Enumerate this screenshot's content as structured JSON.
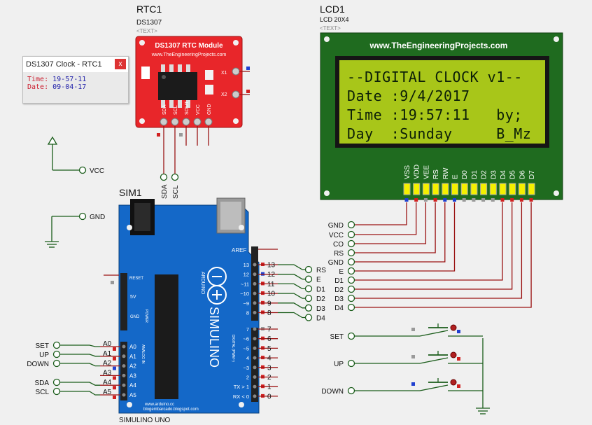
{
  "rtc": {
    "ref": "RTC1",
    "part": "DS1307",
    "text_tag": "<TEXT>",
    "module_title": "DS1307 RTC Module",
    "module_url": "www.TheEngineeringProjects.com",
    "x1": "X1",
    "x2": "X2",
    "pins": [
      "SDA",
      "SCL",
      "SOUT",
      "VCC",
      "GND"
    ],
    "bus_labels": [
      "SDA",
      "SCL"
    ]
  },
  "lcd": {
    "ref": "LCD1",
    "part": "LCD 20X4",
    "text_tag": "<TEXT>",
    "header_url": "www.TheEngineeringProjects.com",
    "lines": [
      "--DIGITAL CLOCK v1--",
      "Date :9/4/2017",
      "Time :19:57:11   by;",
      "Day  :Sunday     B_Mz"
    ],
    "pins": [
      "VSS",
      "VDD",
      "VEE",
      "RS",
      "RW",
      "E",
      "D0",
      "D1",
      "D2",
      "D3",
      "D4",
      "D5",
      "D6",
      "D7"
    ],
    "connectors": [
      "GND",
      "VCC",
      "CO",
      "RS",
      "GND",
      "E",
      "D1",
      "D2",
      "D3",
      "D4"
    ]
  },
  "clock_window": {
    "title": "DS1307 Clock - RTC1",
    "close": "x",
    "time_label": "Time:",
    "time_value": "19-57-11",
    "date_label": "Date:",
    "date_value": "09-04-17"
  },
  "power": {
    "vcc": "VCC",
    "gnd": "GND"
  },
  "board": {
    "ref": "SIM1",
    "name": "SIMULINO UNO",
    "brand": "SIMULINO",
    "arduino": "ARDUINO",
    "aref": "AREF",
    "reset": "RESET",
    "v5": "5V",
    "gnd": "GND",
    "power": "POWER",
    "analog_in": "ANALOG IN",
    "digital": "DIGITAL (PWM~)",
    "url1": "www.arduino.cc",
    "url2": "blogembarcado.blogspot.com",
    "digital_pins_inner": [
      "13",
      "12",
      "~11",
      "~10",
      "~9",
      "8",
      "7",
      "~6",
      "~5",
      "4",
      "~3",
      "2",
      "TX > 1",
      "RX < 0"
    ],
    "digital_pins_outer": [
      "13",
      "12",
      "11",
      "10",
      "9",
      "8",
      "7",
      "6",
      "5",
      "4",
      "3",
      "2",
      "1",
      "0"
    ],
    "analog_pins_inner": [
      "A0",
      "A1",
      "A2",
      "A3",
      "A4",
      "A5"
    ],
    "analog_pins_outer": [
      "A0",
      "A1",
      "A2",
      "A3",
      "A4",
      "A5"
    ]
  },
  "board_connectors": {
    "digital": [
      "RS",
      "E",
      "D1",
      "D2",
      "D3",
      "D4"
    ],
    "analog": [
      "SET",
      "UP",
      "DOWN",
      "SDA",
      "SCL"
    ]
  },
  "buttons": [
    "SET",
    "UP",
    "DOWN"
  ]
}
